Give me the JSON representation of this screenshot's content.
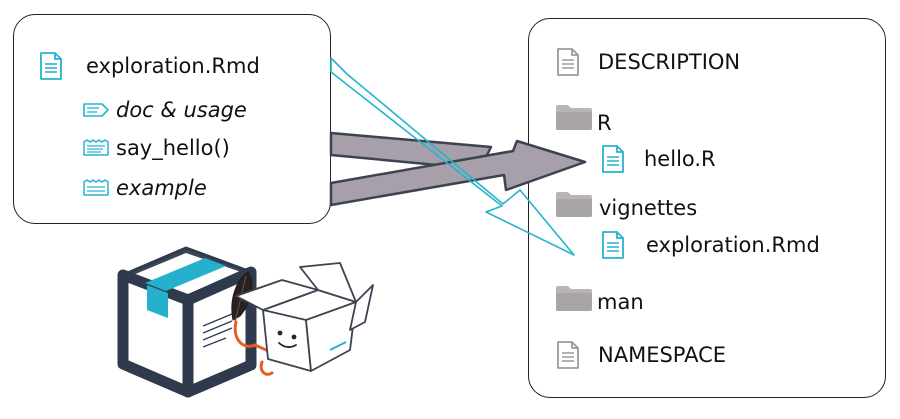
{
  "source_file": {
    "name": "exploration.Rmd",
    "sections": [
      {
        "label": "doc & usage",
        "style": "italic",
        "icon": "documentation-chunk-icon"
      },
      {
        "label": "say_hello()",
        "style": "normal",
        "icon": "code-chunk-icon"
      },
      {
        "label": "example",
        "style": "italic",
        "icon": "example-chunk-icon"
      }
    ]
  },
  "package_tree": {
    "items": [
      {
        "label": "DESCRIPTION",
        "type": "file"
      },
      {
        "label": "R",
        "type": "folder"
      },
      {
        "label": "hello.R",
        "type": "file",
        "nested": true
      },
      {
        "label": "vignettes",
        "type": "folder"
      },
      {
        "label": "exploration.Rmd",
        "type": "file",
        "nested": true
      },
      {
        "label": "man",
        "type": "folder"
      },
      {
        "label": "NAMESPACE",
        "type": "file"
      }
    ]
  },
  "colors": {
    "accent": "#26b3cf",
    "arrow_fill": "#a79fa9",
    "arrow_stroke": "#3d4350",
    "folder": "#a9a5a7",
    "file_grey": "#9b9b9b",
    "package_box": "#2f3b4c",
    "package_tape": "#25b0cd",
    "feather_string": "#e85d27"
  }
}
